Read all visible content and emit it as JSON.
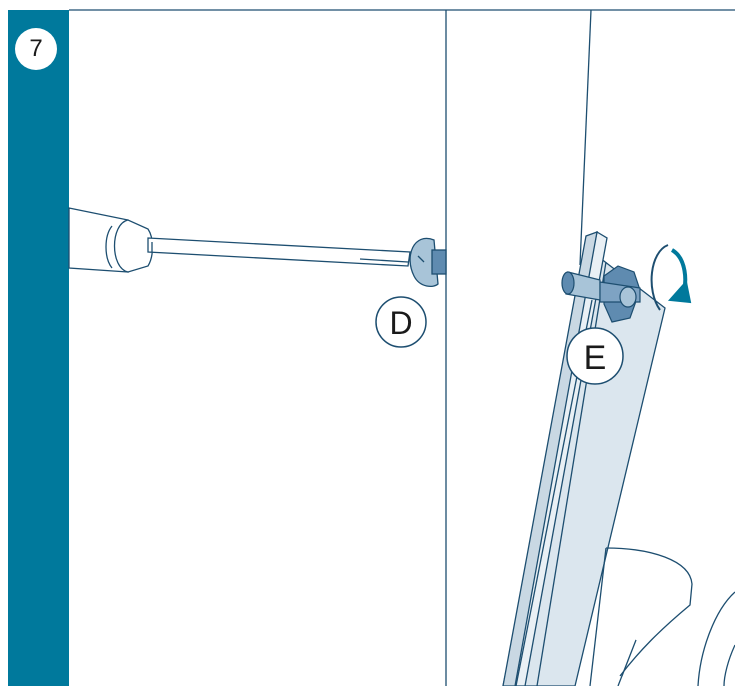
{
  "step": {
    "number": "7"
  },
  "callouts": {
    "d": {
      "letter": "D"
    },
    "e": {
      "letter": "E"
    }
  },
  "colors": {
    "accent": "#00799c",
    "part_fill": "#a8c4d8",
    "part_dark": "#5f8bb0",
    "panel_fill": "#dbe6ee",
    "line": "#1d4e70"
  },
  "icons": {
    "rotation": "clockwise-arrow-icon",
    "tool": "screwdriver-icon"
  }
}
